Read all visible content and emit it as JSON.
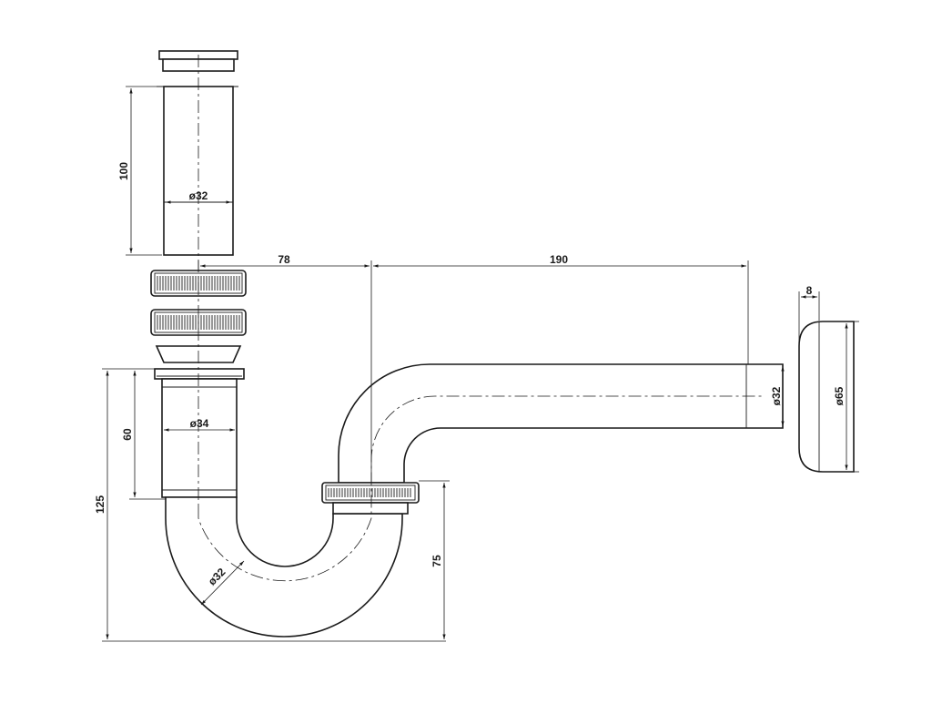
{
  "diagram": {
    "dimensions": {
      "tube_length": "100",
      "tube_diameter": "ø32",
      "horizontal_offset": "78",
      "wall_pipe_length": "190",
      "flange_thickness": "8",
      "wall_pipe_diameter": "ø32",
      "flange_diameter": "ø65",
      "collar_height": "60",
      "collar_diameter": "ø34",
      "total_height": "125",
      "trap_pipe_diameter": "ø32",
      "trap_depth": "75"
    }
  }
}
